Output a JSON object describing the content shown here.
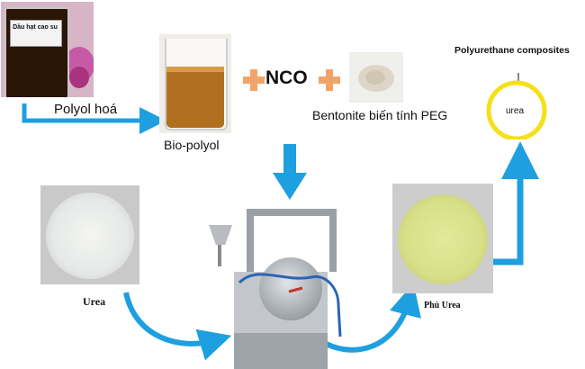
{
  "labels": {
    "oil_jar_text": "Dầu hạt cao su",
    "polyol_step": "Polyol hoá",
    "bio_polyol": "Bio-polyol",
    "nco": "NCO",
    "bentonite": "Bentonite biến tính PEG",
    "composite_title": "Polyurethane composites",
    "urea_core": "urea",
    "urea": "Urea",
    "coated_urea": "Phủ Urea"
  },
  "colors": {
    "arrow": "#1e9fe0",
    "plus": "#f2a468",
    "ring": "#f5e019",
    "bio_polyol_liquid": "#b0701f",
    "coated_granules": "#d8df88",
    "urea_granules": "#e6e9e7"
  },
  "icons": [
    "plus-icon",
    "arrow-right-icon",
    "arrow-down-icon",
    "arrow-up-icon"
  ]
}
